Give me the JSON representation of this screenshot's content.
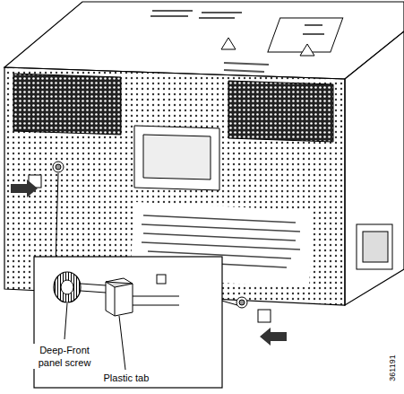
{
  "diagram": {
    "labels": [
      "Deep-Front panel screw",
      "Plastic tab",
      "361191"
    ]
  }
}
